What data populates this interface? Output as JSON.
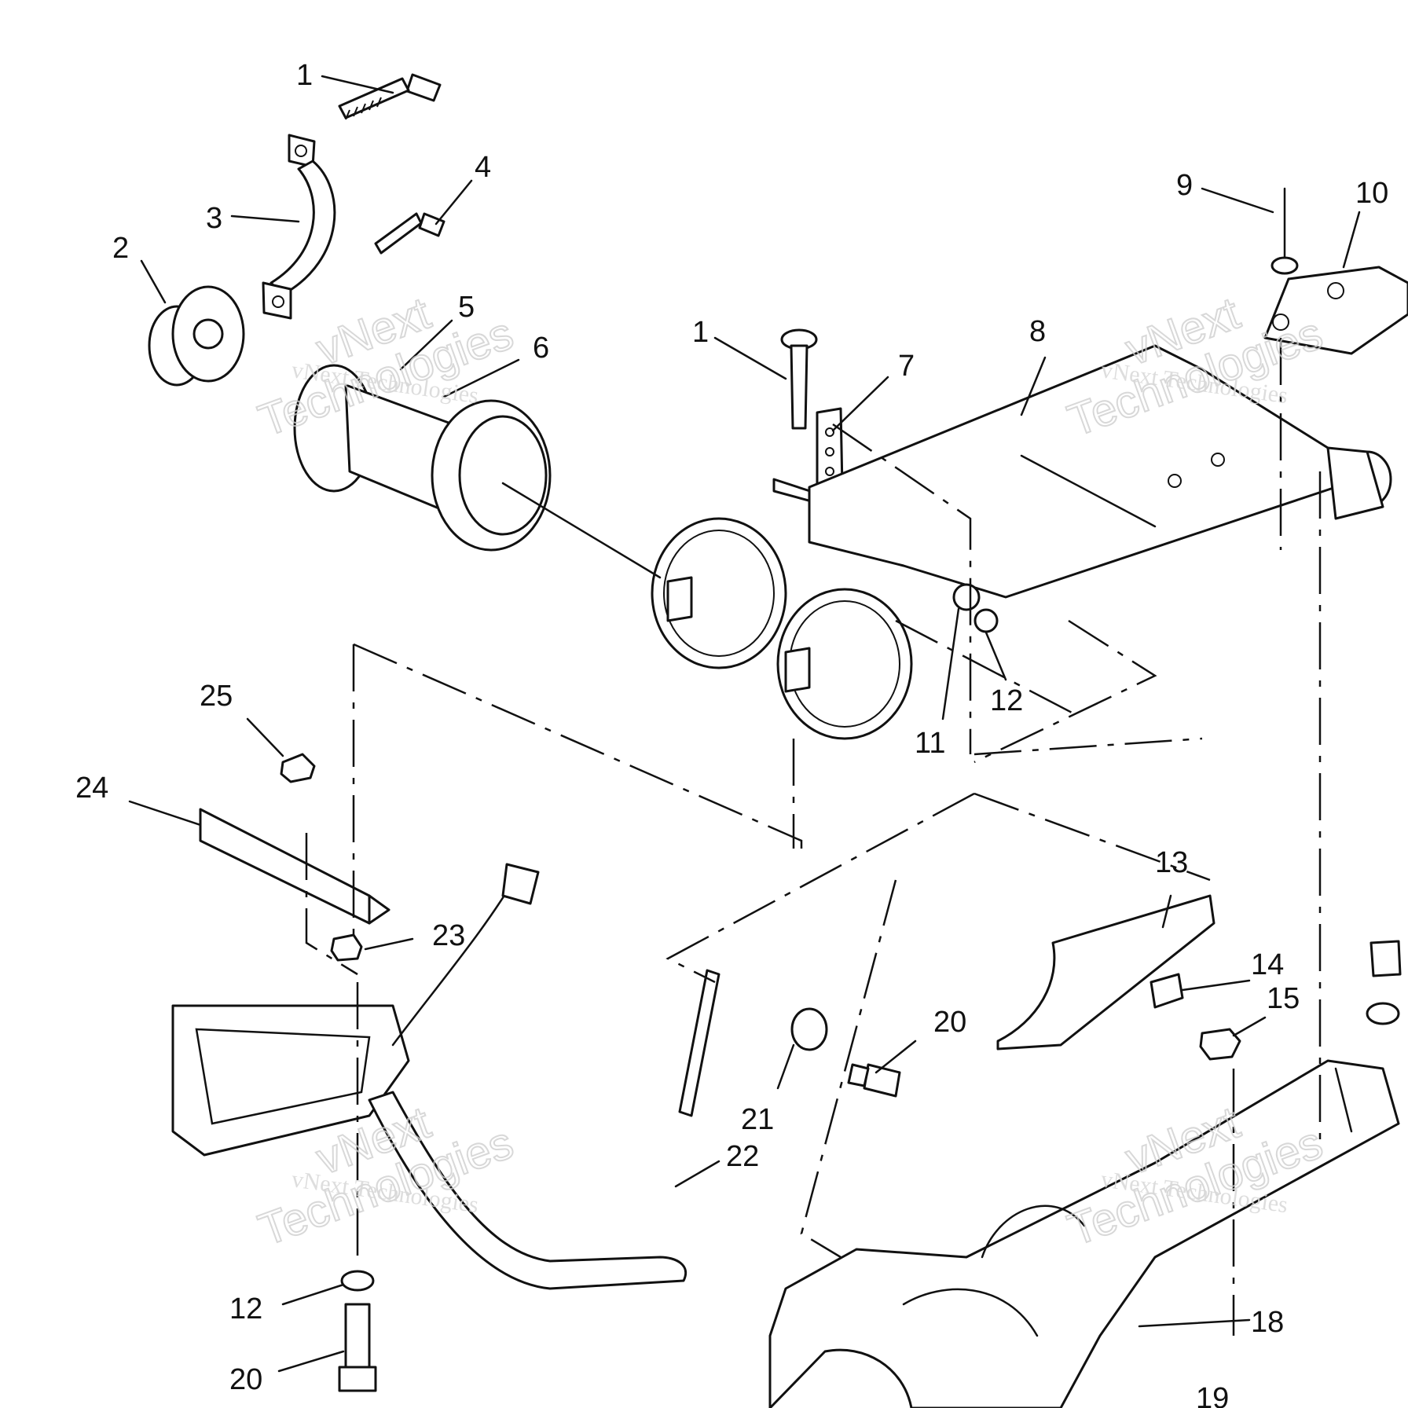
{
  "watermark": {
    "line1": "vNext",
    "line2": "Technologies",
    "small": "vNext Technologies"
  },
  "callouts": {
    "c1a": "1",
    "c1b": "1",
    "c2": "2",
    "c3": "3",
    "c4": "4",
    "c5": "5",
    "c6": "6",
    "c7": "7",
    "c8": "8",
    "c9": "9",
    "c10": "10",
    "c11": "11",
    "c12a": "12",
    "c12b": "12",
    "c13": "13",
    "c14": "14",
    "c15": "15",
    "c18": "18",
    "c19": "19",
    "c20a": "20",
    "c20b": "20",
    "c21": "21",
    "c22": "22",
    "c23": "23",
    "c24": "24",
    "c25": "25"
  },
  "colors": {
    "ink": "#111111",
    "paper": "#ffffff",
    "watermark": "#d0d0d0"
  }
}
